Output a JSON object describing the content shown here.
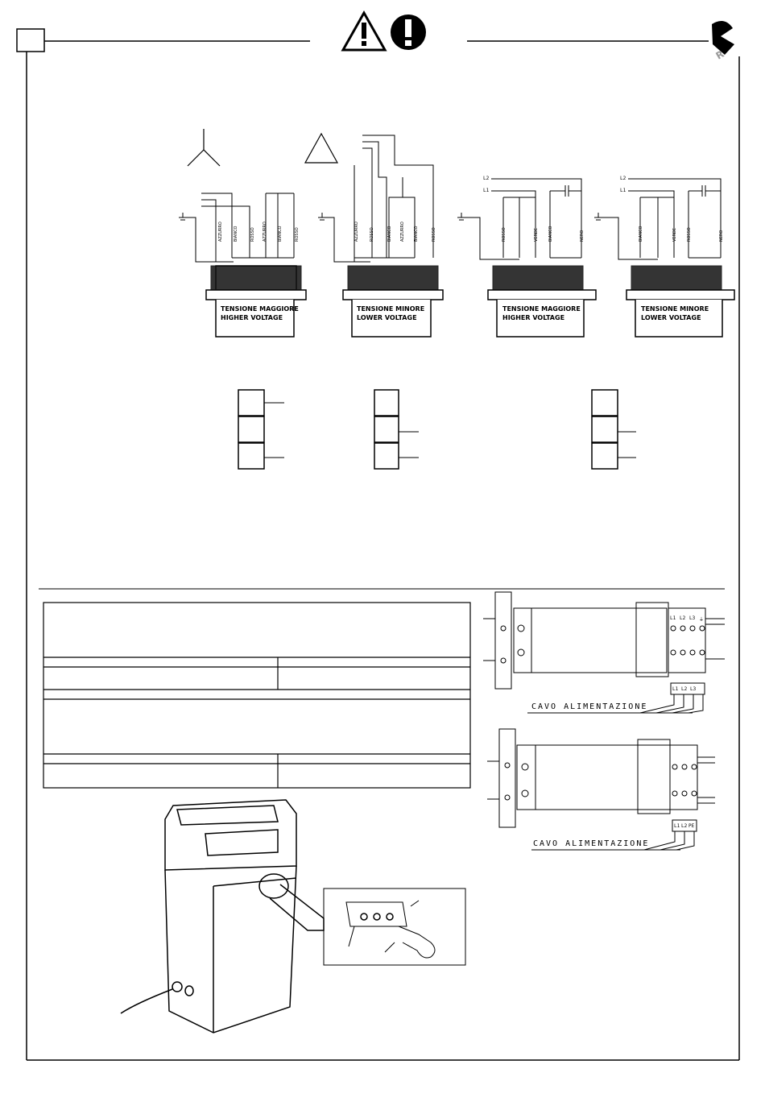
{
  "motors": [
    {
      "line1": "TENSIONE MAGGIORE",
      "line2": "HIGHER VOLTAGE",
      "wires": [
        "AZZURRO",
        "BIANCO",
        "ROSSO",
        "AZZURRO",
        "BIANCO",
        "ROSSO"
      ]
    },
    {
      "line1": "TENSIONE MINORE",
      "line2": "LOWER VOLTAGE",
      "wires": [
        "AZZURRO",
        "ROSSO",
        "BIANCO",
        "AZZURRO",
        "BIANCO",
        "ROSSO"
      ]
    },
    {
      "line1": "TENSIONE MAGGIORE",
      "line2": "HIGHER VOLTAGE",
      "wires": [
        "ROSSO",
        "VERDE",
        "BIANCO",
        "NERO"
      ]
    },
    {
      "line1": "TENSIONE MINORE",
      "line2": "LOWER VOLTAGE",
      "wires": [
        "BIANCO",
        "VERDE",
        "ROSSO",
        "NERO"
      ]
    }
  ],
  "line_labels": [
    "L2",
    "L1"
  ],
  "terminals": {
    "top": [
      "L1",
      "L2",
      "L3",
      "⏚"
    ],
    "bottom": [
      "L1",
      "L2",
      "PE"
    ]
  },
  "cavo_label": "CAVO ALIMENTAZIONE",
  "icons": [
    "warning-triangle-icon",
    "mandatory-exclamation-icon",
    "brand-logo"
  ]
}
